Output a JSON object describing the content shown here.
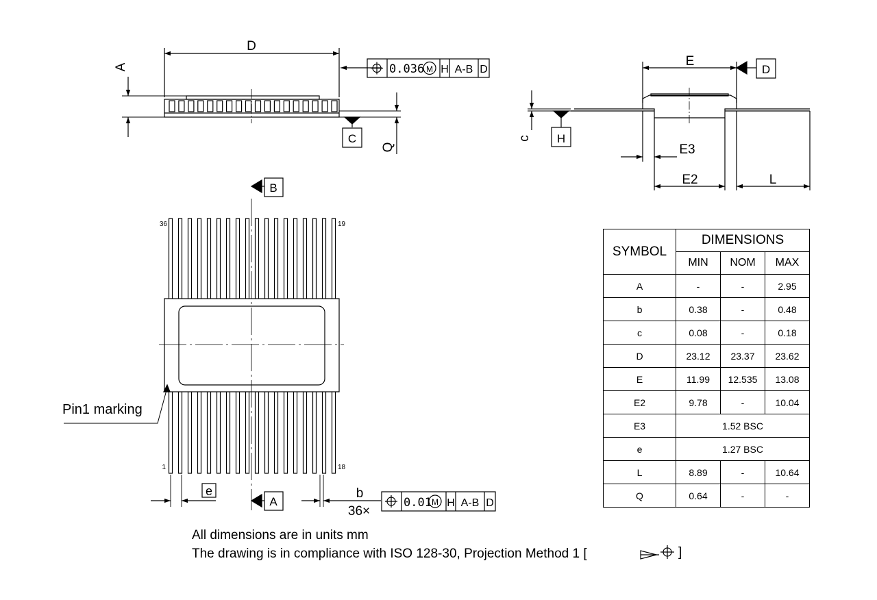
{
  "labels": {
    "D": "D",
    "A_side": "A",
    "C": "C",
    "Q": "Q",
    "E": "E",
    "D_datum": "D",
    "c": "c",
    "H": "H",
    "E3": "E3",
    "E2": "E2",
    "L": "L",
    "B": "B",
    "A_datum": "A",
    "pin36": "36",
    "pin19": "19",
    "pin1": "1",
    "pin18": "18",
    "pin1_marking": "Pin1 marking",
    "e": "e",
    "b": "b",
    "count": "36×"
  },
  "fcf_top": {
    "tolerance": "0.036",
    "modifier": "M",
    "datum1": "H",
    "datum2": "A-B",
    "datum3": "D"
  },
  "fcf_bottom": {
    "tolerance": "0.01",
    "modifier": "M",
    "datum1": "H",
    "datum2": "A-B",
    "datum3": "D"
  },
  "table": {
    "symbol_header": "SYMBOL",
    "dimensions_header": "DIMENSIONS",
    "columns": [
      "MIN",
      "NOM",
      "MAX"
    ],
    "rows": [
      {
        "symbol": "A",
        "min": "-",
        "nom": "-",
        "max": "2.95"
      },
      {
        "symbol": "b",
        "min": "0.38",
        "nom": "-",
        "max": "0.48"
      },
      {
        "symbol": "c",
        "min": "0.08",
        "nom": "-",
        "max": "0.18"
      },
      {
        "symbol": "D",
        "min": "23.12",
        "nom": "23.37",
        "max": "23.62"
      },
      {
        "symbol": "E",
        "min": "11.99",
        "nom": "12.535",
        "max": "13.08"
      },
      {
        "symbol": "E2",
        "min": "9.78",
        "nom": "-",
        "max": "10.04"
      },
      {
        "symbol": "E3",
        "span": "1.52 BSC"
      },
      {
        "symbol": "e",
        "span": "1.27 BSC"
      },
      {
        "symbol": "L",
        "min": "8.89",
        "nom": "-",
        "max": "10.64"
      },
      {
        "symbol": "Q",
        "min": "0.64",
        "nom": "-",
        "max": "-"
      }
    ]
  },
  "notes": {
    "line1": "All dimensions are in units mm",
    "line2": "The drawing is in compliance with ISO 128-30, Projection Method 1 ["
  }
}
